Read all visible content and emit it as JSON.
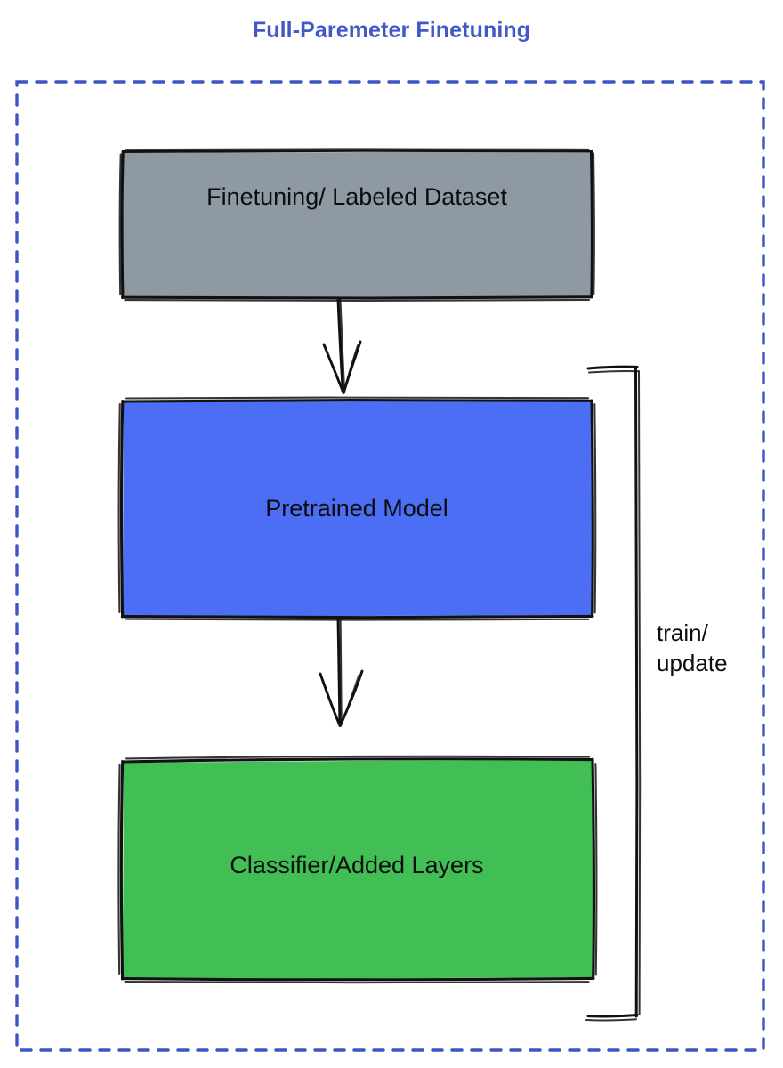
{
  "title": "Full-Paremeter Finetuning",
  "colors": {
    "title_blue": "#4158c8",
    "frame_dashed_blue": "#3d54c4",
    "dataset_gray": "#8e99a3",
    "pretrained_blue": "#4c6ef5",
    "classifier_green": "#41be54",
    "stroke_black": "#111111",
    "background": "#ffffff"
  },
  "frame": {
    "name": "dashed-container",
    "style": "dashed",
    "color": "#3d54c4"
  },
  "nodes": [
    {
      "id": "dataset",
      "label": "Finetuning/ Labeled Dataset",
      "fill": "#8e99a3",
      "shape": "rectangle"
    },
    {
      "id": "pretrained",
      "label": "Pretrained Model",
      "fill": "#4c6ef5",
      "shape": "rectangle"
    },
    {
      "id": "classifier",
      "label": "Classifier/Added Layers",
      "fill": "#41be54",
      "shape": "rectangle"
    }
  ],
  "edges": [
    {
      "id": "dataset-to-pretrained",
      "from": "dataset",
      "to": "pretrained",
      "label": "",
      "arrow": true
    },
    {
      "id": "pretrained-to-classifier",
      "from": "pretrained",
      "to": "classifier",
      "label": "",
      "arrow": true
    },
    {
      "id": "feedback-loop",
      "from": "pretrained",
      "to": "classifier",
      "label": "train/\nupdate",
      "label_line1": "train/",
      "label_line2": "update",
      "arrow": false
    }
  ],
  "edge_labels": {
    "train_update": "train/\nupdate"
  }
}
